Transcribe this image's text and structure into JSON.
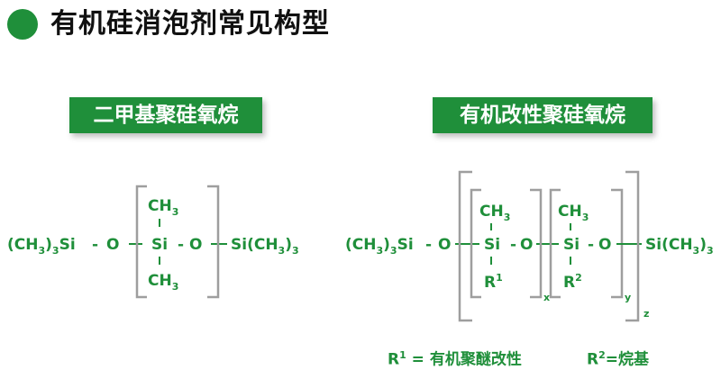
{
  "title": "有机硅消泡剂常见构型",
  "colors": {
    "accent": "#1f8f3a",
    "bracket": "#9e9e9e",
    "title": "#111111"
  },
  "left_panel": {
    "label": "二甲基聚硅氧烷",
    "end_left": "(CH3)3Si",
    "end_right": "Si(CH3)3",
    "dash": "-",
    "oxygen": "O",
    "silicon": "Si",
    "methyl": "CH3"
  },
  "right_panel": {
    "label": "有机改性聚硅氧烷",
    "end_left": "(CH3)3Si",
    "end_right": "Si(CH3)3",
    "dash": "-",
    "oxygen": "O",
    "silicon": "Si",
    "methyl": "CH3",
    "r1": "R1",
    "r2": "R2",
    "sub_x": "x",
    "sub_y": "y",
    "sub_z": "z"
  },
  "legend": {
    "r1_label": "R",
    "r1_sup": "1",
    "r1_text": " = 有机聚醚改性",
    "r2_label": "R",
    "r2_sup": "2",
    "r2_text": "=烷基"
  }
}
